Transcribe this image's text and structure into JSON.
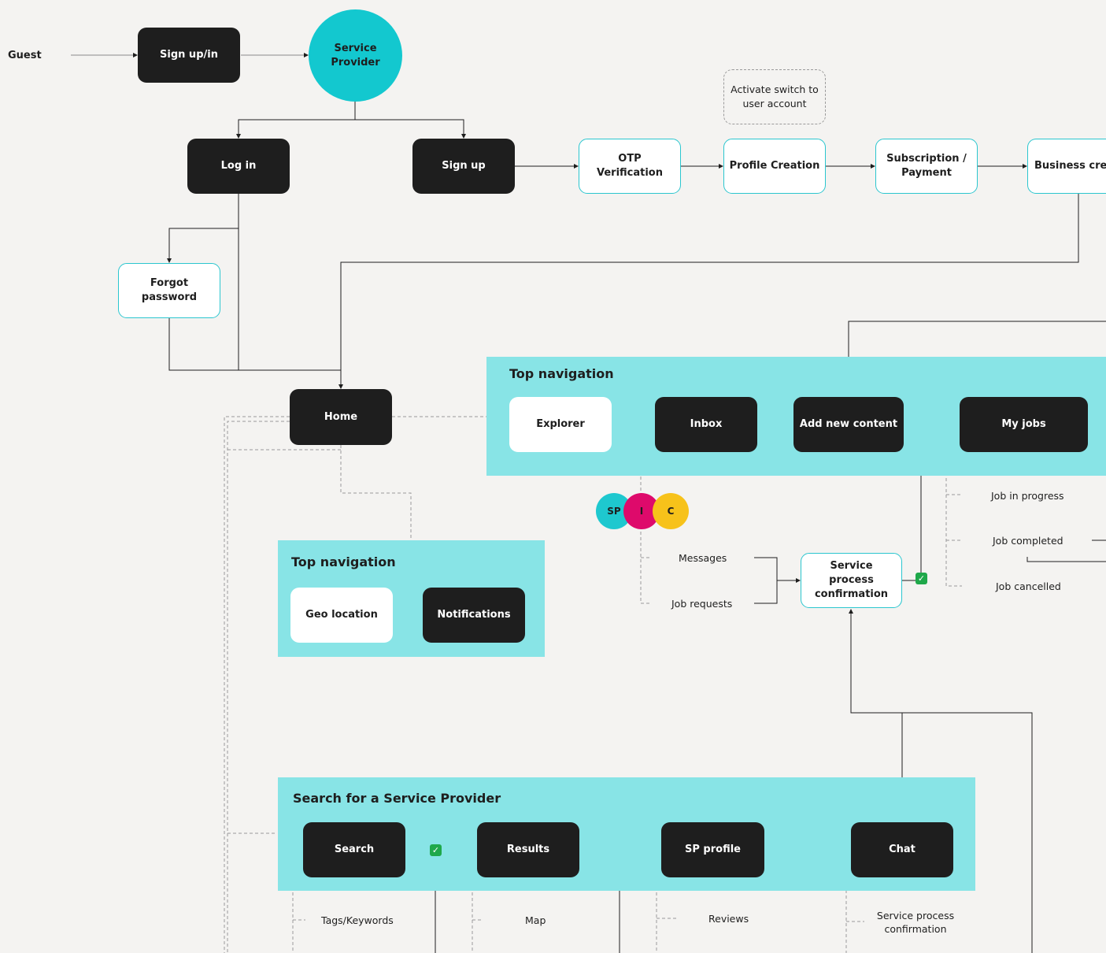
{
  "nodes": {
    "guest": "Guest",
    "sign_up_in": "Sign up/in",
    "service_provider": "Service Provider",
    "activate_switch": "Activate switch to user account",
    "log_in": "Log in",
    "sign_up": "Sign up",
    "otp_verification": "OTP Verification",
    "profile_creation": "Profile Creation",
    "subscription_payment": "Subscription / Payment",
    "business_creation": "Business creat",
    "forgot_password": "Forgot password",
    "home": "Home"
  },
  "top_nav_main": {
    "title": "Top navigation",
    "explorer": "Explorer",
    "inbox": "Inbox",
    "add_new_content": "Add new content",
    "my_jobs": "My jobs"
  },
  "top_nav_home": {
    "title": "Top navigation",
    "geo_location": "Geo location",
    "notifications": "Notifications"
  },
  "user_types": [
    {
      "label": "SP",
      "color": "#1ec8cf"
    },
    {
      "label": "I",
      "color": "#de0a6b"
    },
    {
      "label": "C",
      "color": "#f7c21a"
    }
  ],
  "inbox_items": {
    "messages": "Messages",
    "job_requests": "Job requests",
    "service_process_confirmation": "Service process confirmation"
  },
  "jobs_items": {
    "in_progress": "Job in progress",
    "completed": "Job completed",
    "cancelled": "Job cancelled"
  },
  "search_section": {
    "title": "Search for a Service Provider",
    "search": "Search",
    "results": "Results",
    "sp_profile": "SP profile",
    "chat": "Chat",
    "tags_keywords": "Tags/Keywords",
    "map": "Map",
    "reviews": "Reviews",
    "chat_confirmation": "Service process confirmation"
  },
  "check_mark": "✓",
  "colors": {
    "background": "#f4f3f1",
    "panel": "#88e4e6",
    "dark_node": "#1e1e1e",
    "outline_node": "#2bc6cf",
    "service_provider_circle": "#13c8cf",
    "check": "#1fa84a"
  }
}
